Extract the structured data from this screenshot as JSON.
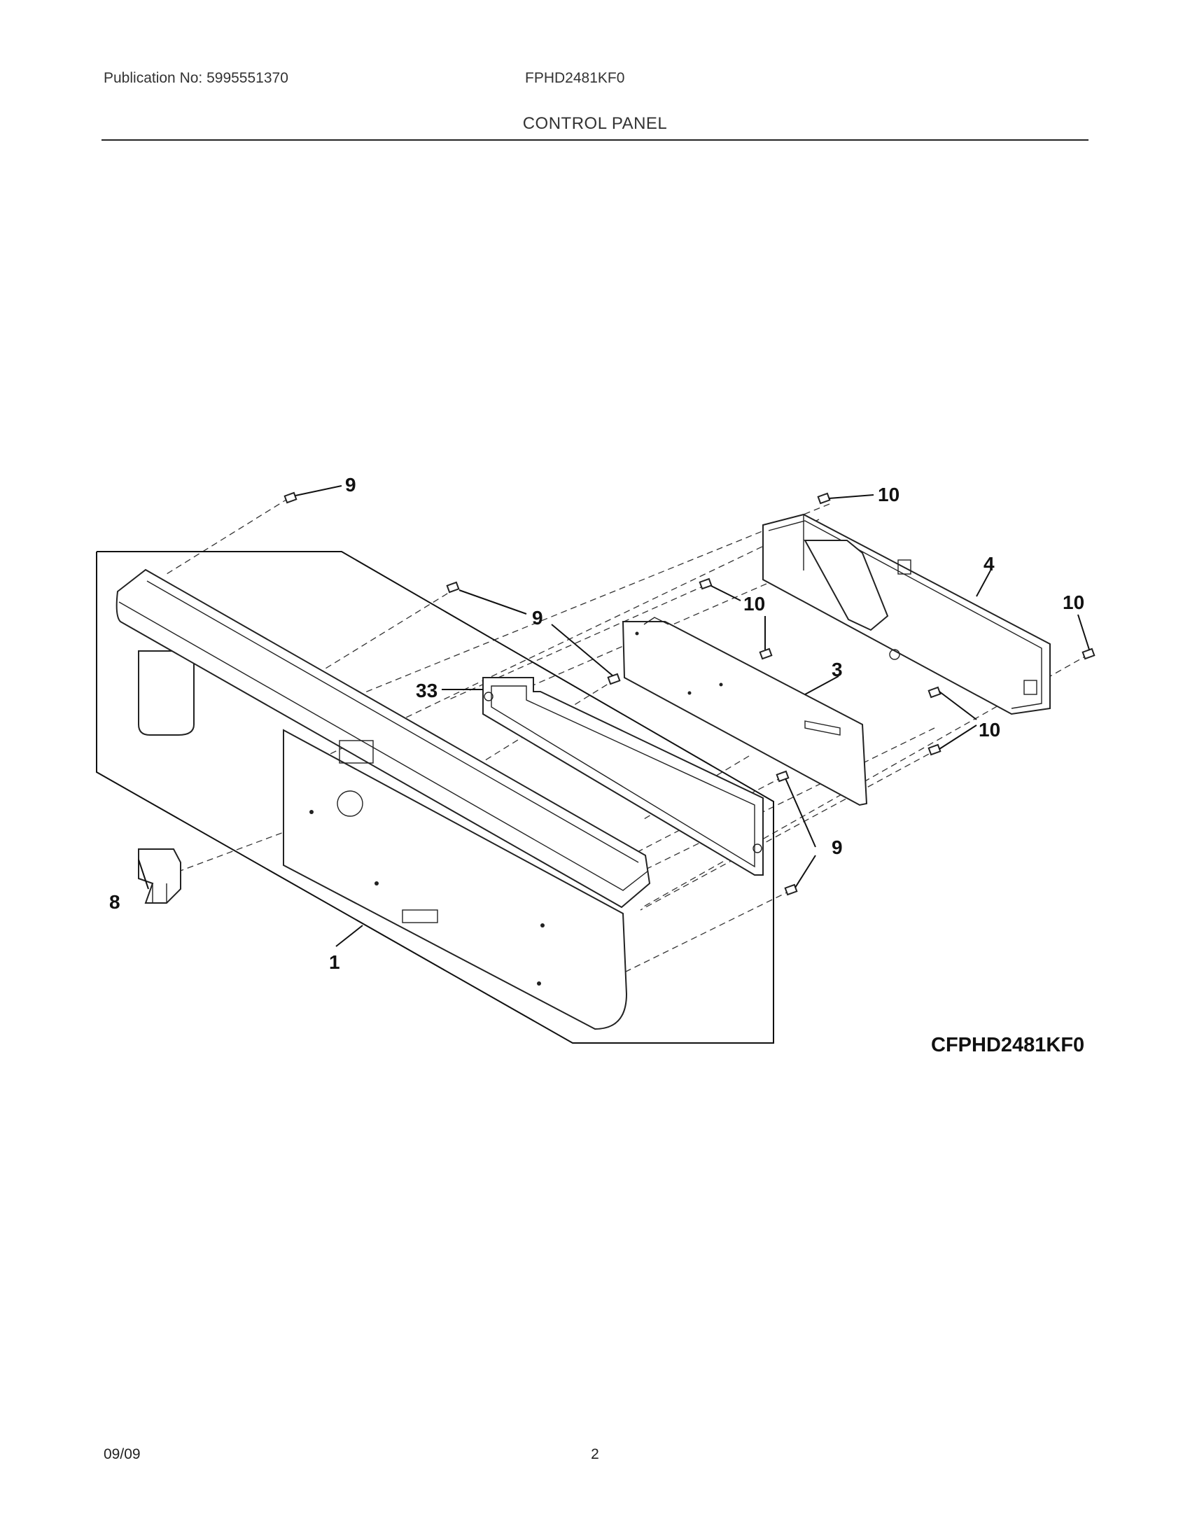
{
  "header": {
    "publication": "Publication No: 5995551370",
    "model": "FPHD2481KF0",
    "section_title": "CONTROL PANEL"
  },
  "diagram": {
    "drawing_code": "CFPHD2481KF0",
    "callouts": {
      "c1": "1",
      "c3": "3",
      "c4": "4",
      "c8": "8",
      "c9a": "9",
      "c9b": "9",
      "c9c": "9",
      "c10a": "10",
      "c10b": "10",
      "c10c": "10",
      "c10d": "10",
      "c33": "33"
    }
  },
  "footer": {
    "date": "09/09",
    "page": "2"
  }
}
